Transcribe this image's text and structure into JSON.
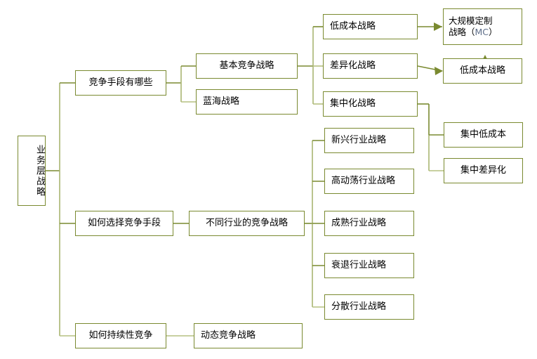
{
  "diagram": {
    "title": "业务层战略",
    "type": "tree-mindmap",
    "orientation": "left-to-right",
    "colors": {
      "box_border": "#7a8a30",
      "connector": "#7a8a30",
      "connector_light": "#b5c080",
      "background": "#ffffff",
      "text": "#000000",
      "accent_text": "#5f6f8a"
    },
    "nodes": {
      "root": "业务层战略",
      "l1": [
        "竞争手段有哪些",
        "如何选择竞争手段",
        "如何持续性竞争"
      ],
      "l2": [
        "基本竞争战略",
        "蓝海战略",
        "不同行业的竞争战略",
        "动态竞争战略"
      ],
      "l3": [
        "低成本战略",
        "差异化战略",
        "集中化战略",
        "新兴行业战略",
        "高动荡行业战略",
        "成熟行业战略",
        "衰退行业战略",
        "分散行业战略"
      ],
      "l4": [
        "大规模定制战略（MC）",
        "低成本战略",
        "集中低成本",
        "集中差异化"
      ],
      "mc_line1": "大规模定制",
      "mc_line2_pre": "战略（",
      "mc_abbr": "MC",
      "mc_line2_post": "）"
    }
  }
}
